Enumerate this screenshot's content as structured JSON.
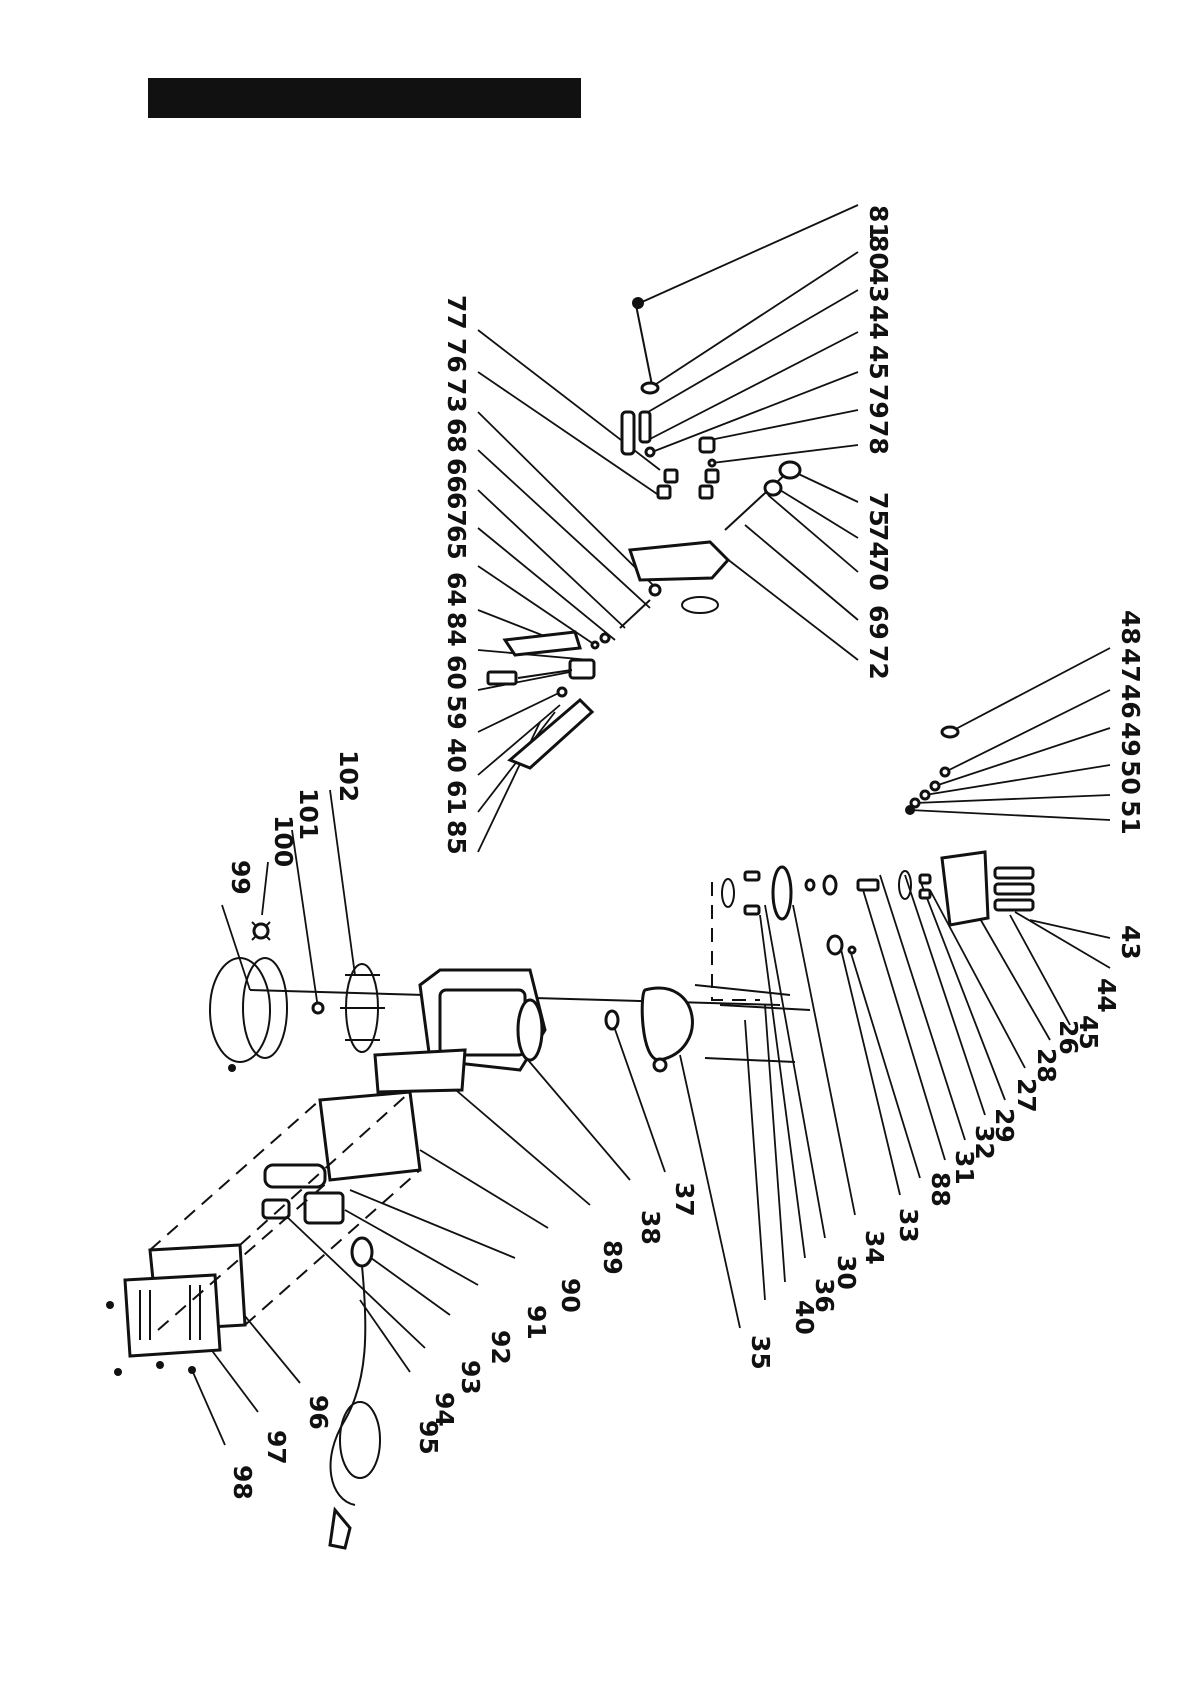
{
  "diagram": {
    "orientation": "rotated 90° clockwise",
    "labels": {
      "n81": "81",
      "n80": "80",
      "n43a": "43",
      "n44a": "44",
      "n45a": "45",
      "n79": "79",
      "n78": "78",
      "n75": "75",
      "n74": "74",
      "n70": "70",
      "n69": "69",
      "n72": "72",
      "n77": "77",
      "n76": "76",
      "n73": "73",
      "n68": "68",
      "n66": "66",
      "n67": "67",
      "n65": "65",
      "n64": "64",
      "n84": "84",
      "n60": "60",
      "n59": "59",
      "n40a": "40",
      "n61": "61",
      "n85": "85",
      "n48": "48",
      "n47": "47",
      "n46": "46",
      "n49": "49",
      "n50": "50",
      "n51": "51",
      "n43b": "43",
      "n44b": "44",
      "n45b": "45",
      "n26": "26",
      "n28": "28",
      "n27": "27",
      "n29": "29",
      "n32": "32",
      "n31": "31",
      "n88": "88",
      "n33": "33",
      "n34": "34",
      "n30": "30",
      "n36": "36",
      "n40b": "40",
      "n35": "35",
      "n37": "37",
      "n38": "38",
      "n89": "89",
      "n90": "90",
      "n91": "91",
      "n92": "92",
      "n93": "93",
      "n94": "94",
      "n95": "95",
      "n96": "96",
      "n97": "97",
      "n98": "98",
      "n99": "99",
      "n100": "100",
      "n101": "101",
      "n102": "102"
    }
  }
}
